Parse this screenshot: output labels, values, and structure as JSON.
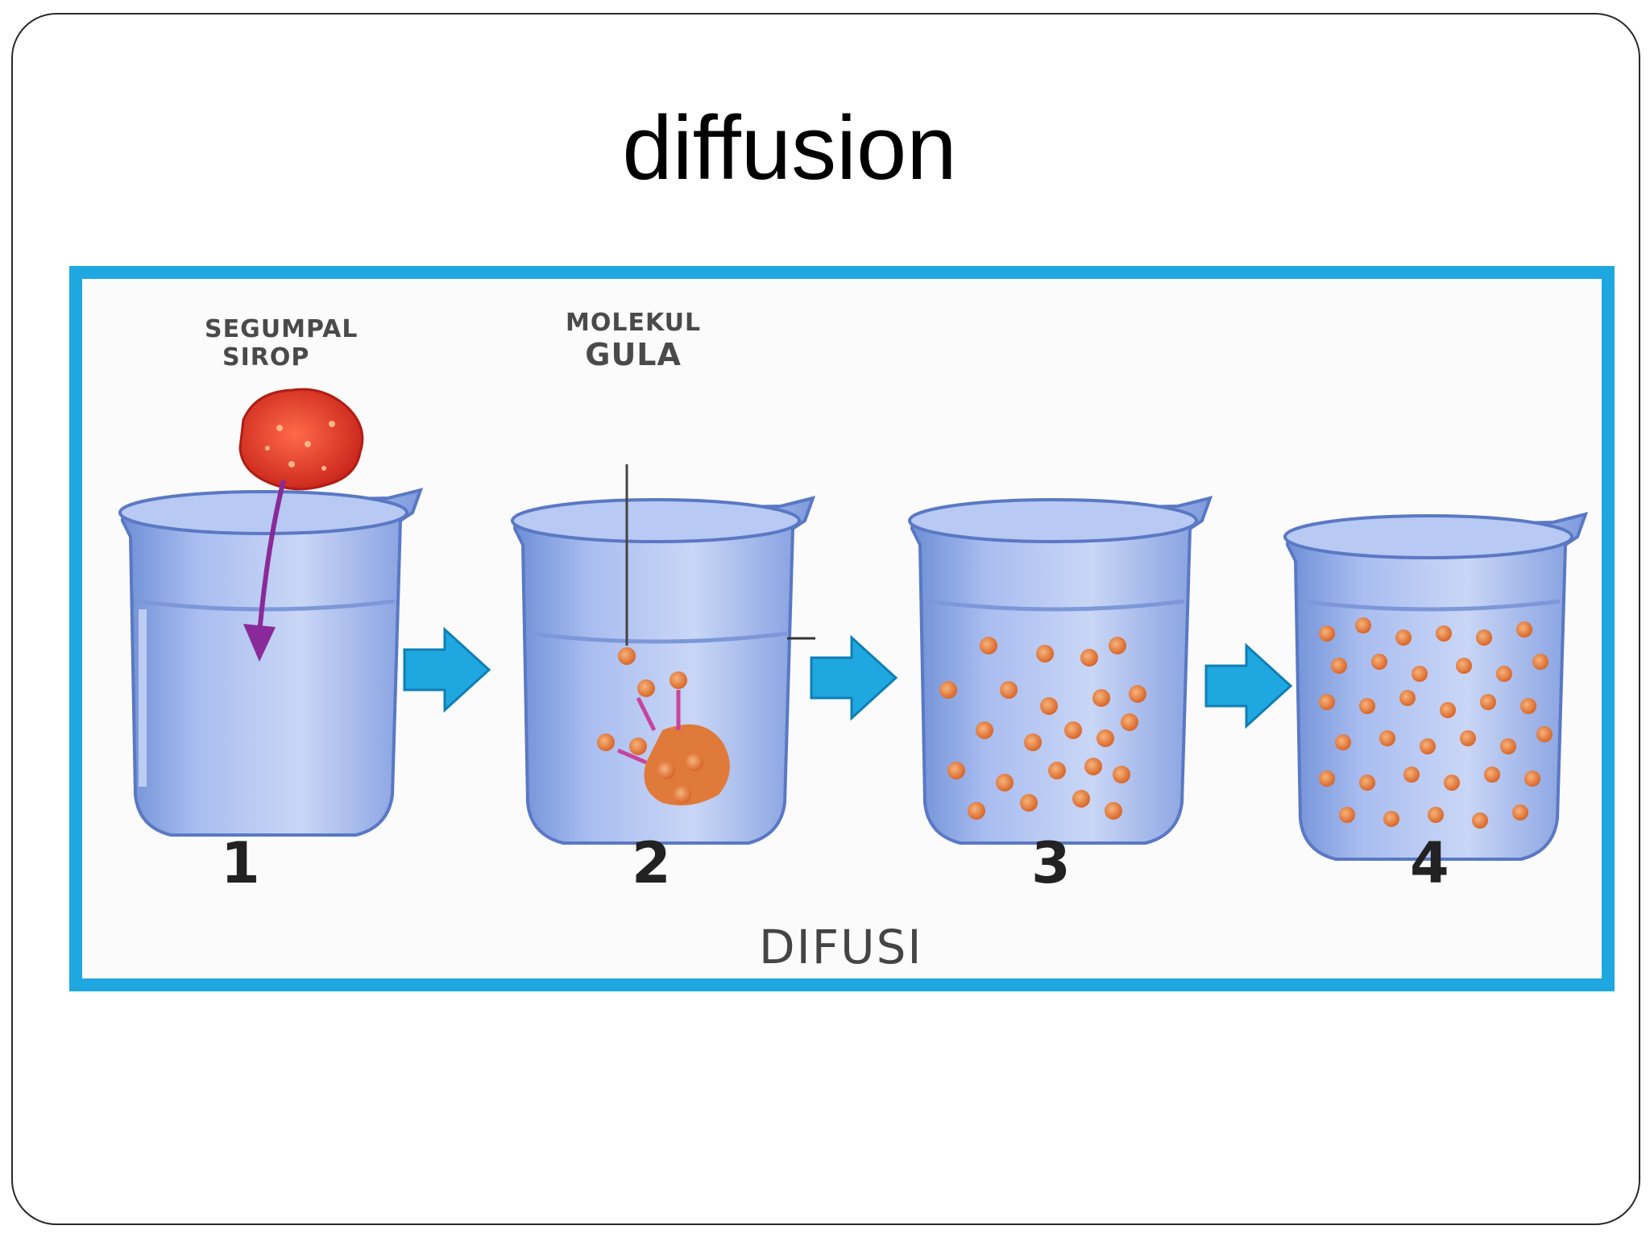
{
  "slide": {
    "title": "diffusion"
  },
  "figure": {
    "caption": "DIFUSI",
    "labels": {
      "lump": [
        "SEGUMPAL",
        "SIROP"
      ],
      "molecule": [
        "MOLEKUL",
        "GULA"
      ]
    },
    "steps": [
      "1",
      "2",
      "3",
      "4"
    ],
    "colors": {
      "frame": "#1fa7e0",
      "arrow": "#1fa7e0",
      "beaker": "#8aa6e0",
      "syrup": "#e0412b",
      "molecule": "#e2813a",
      "stir_arrow": "#8a2a9a"
    },
    "icons": [
      "beaker-icon",
      "syrup-lump-icon",
      "sugar-molecule-icon",
      "right-arrow-icon"
    ]
  }
}
